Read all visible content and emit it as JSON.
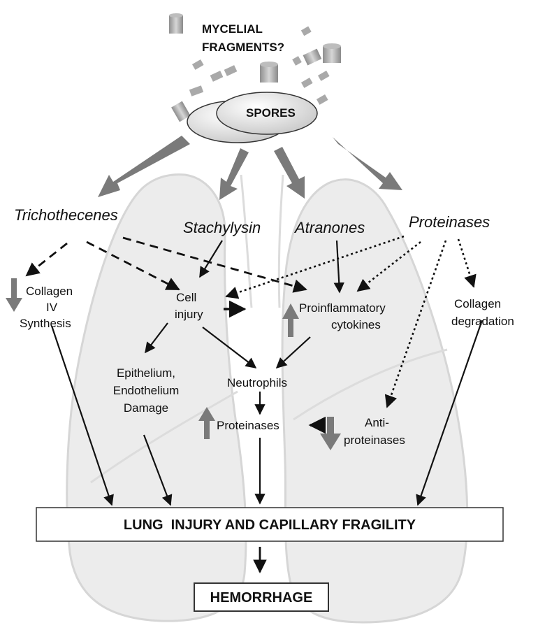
{
  "source": {
    "mycelial": [
      "MYCELIAL",
      "FRAGMENTS?"
    ],
    "spores": "SPORES"
  },
  "toxins": {
    "trichothecenes": "Trichothecenes",
    "stachylysin": "Stachylysin",
    "atranones": "Atranones",
    "proteinases": "Proteinases"
  },
  "effects": {
    "collagen_synth": [
      "Collagen",
      "IV",
      "Synthesis"
    ],
    "cell_injury": [
      "Cell",
      "injury"
    ],
    "cytokines": [
      "Proinflammatory",
      "cytokines"
    ],
    "collagen_deg": [
      "Collagen",
      "degradation"
    ],
    "epithelium": [
      "Epithelium,",
      "Endothelium",
      "Damage"
    ],
    "neutrophils": "Neutrophils",
    "proteinases_mid": "Proteinases",
    "antiproteinases": [
      "Anti-",
      "proteinases"
    ]
  },
  "outcome": {
    "lung_injury": "LUNG  INJURY AND CAPILLARY FRAGILITY",
    "hemorrhage": "HEMORRHAGE"
  },
  "colors": {
    "lung_fill": "#ebebeb",
    "lung_stroke": "#d9d9d9",
    "gray_arrow": "#7a7a7a",
    "black": "#111111"
  }
}
